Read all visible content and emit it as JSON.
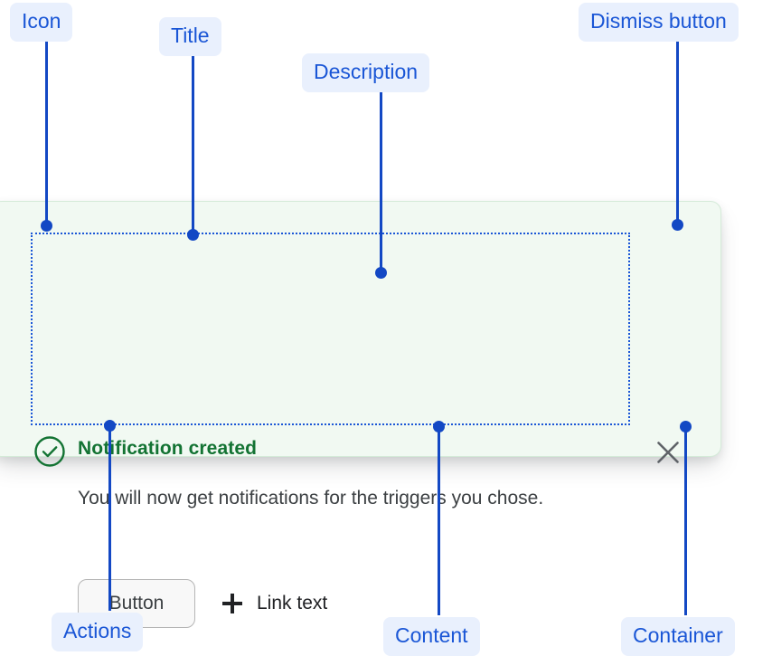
{
  "page": {
    "background": "#ffffff",
    "annotation_color": "#1a56d6",
    "annotation_pill_bg": "#e9f0fd"
  },
  "annotations": [
    {
      "id": "icon",
      "label": "Icon"
    },
    {
      "id": "title",
      "label": "Title"
    },
    {
      "id": "description",
      "label": "Description"
    },
    {
      "id": "dismiss-button",
      "label": "Dismiss button"
    },
    {
      "id": "actions",
      "label": "Actions"
    },
    {
      "id": "content",
      "label": "Content"
    },
    {
      "id": "container",
      "label": "Container"
    }
  ],
  "notification": {
    "container_bg": "#f1f9f2",
    "container_border": "#d4ead8",
    "status_icon": "circle-check-icon",
    "status_icon_color": "#137333",
    "title": "Notification created",
    "title_color": "#137333",
    "description": "You will now get notifications for the triggers you chose.",
    "description_color": "#3c4043",
    "actions": {
      "button_label": "Button",
      "link_icon": "plus-icon",
      "link_label": "Link text"
    },
    "dismiss_icon": "close-icon",
    "dismiss_icon_color": "#5f6368"
  }
}
